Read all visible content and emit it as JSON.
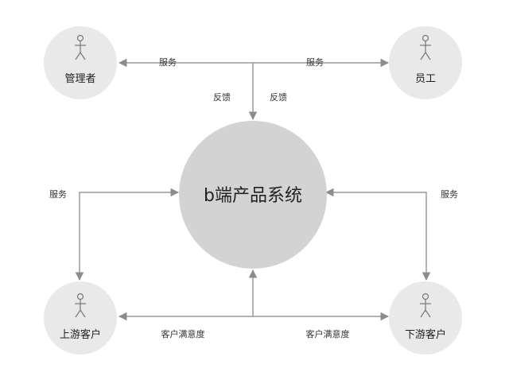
{
  "diagram": {
    "center": {
      "label": "b端产品系统"
    },
    "actors": [
      {
        "id": "admin",
        "label": "管理者",
        "icon": "stick-figure-icon"
      },
      {
        "id": "employee",
        "label": "员工",
        "icon": "stick-figure-icon"
      },
      {
        "id": "upstream",
        "label": "上游客户",
        "icon": "stick-figure-icon"
      },
      {
        "id": "downstream",
        "label": "下游客户",
        "icon": "stick-figure-icon"
      }
    ],
    "edges": {
      "service_admin": "服务",
      "service_employee": "服务",
      "feedback_admin": "反馈",
      "feedback_employee": "反馈",
      "service_upstream": "服务",
      "service_downstream": "服务",
      "satisfaction_upstream": "客户满意度",
      "satisfaction_downstream": "客户满意度"
    },
    "colors": {
      "node_fill": "#e9e9e9",
      "center_fill": "#d3d3d3",
      "line": "#999999"
    }
  }
}
